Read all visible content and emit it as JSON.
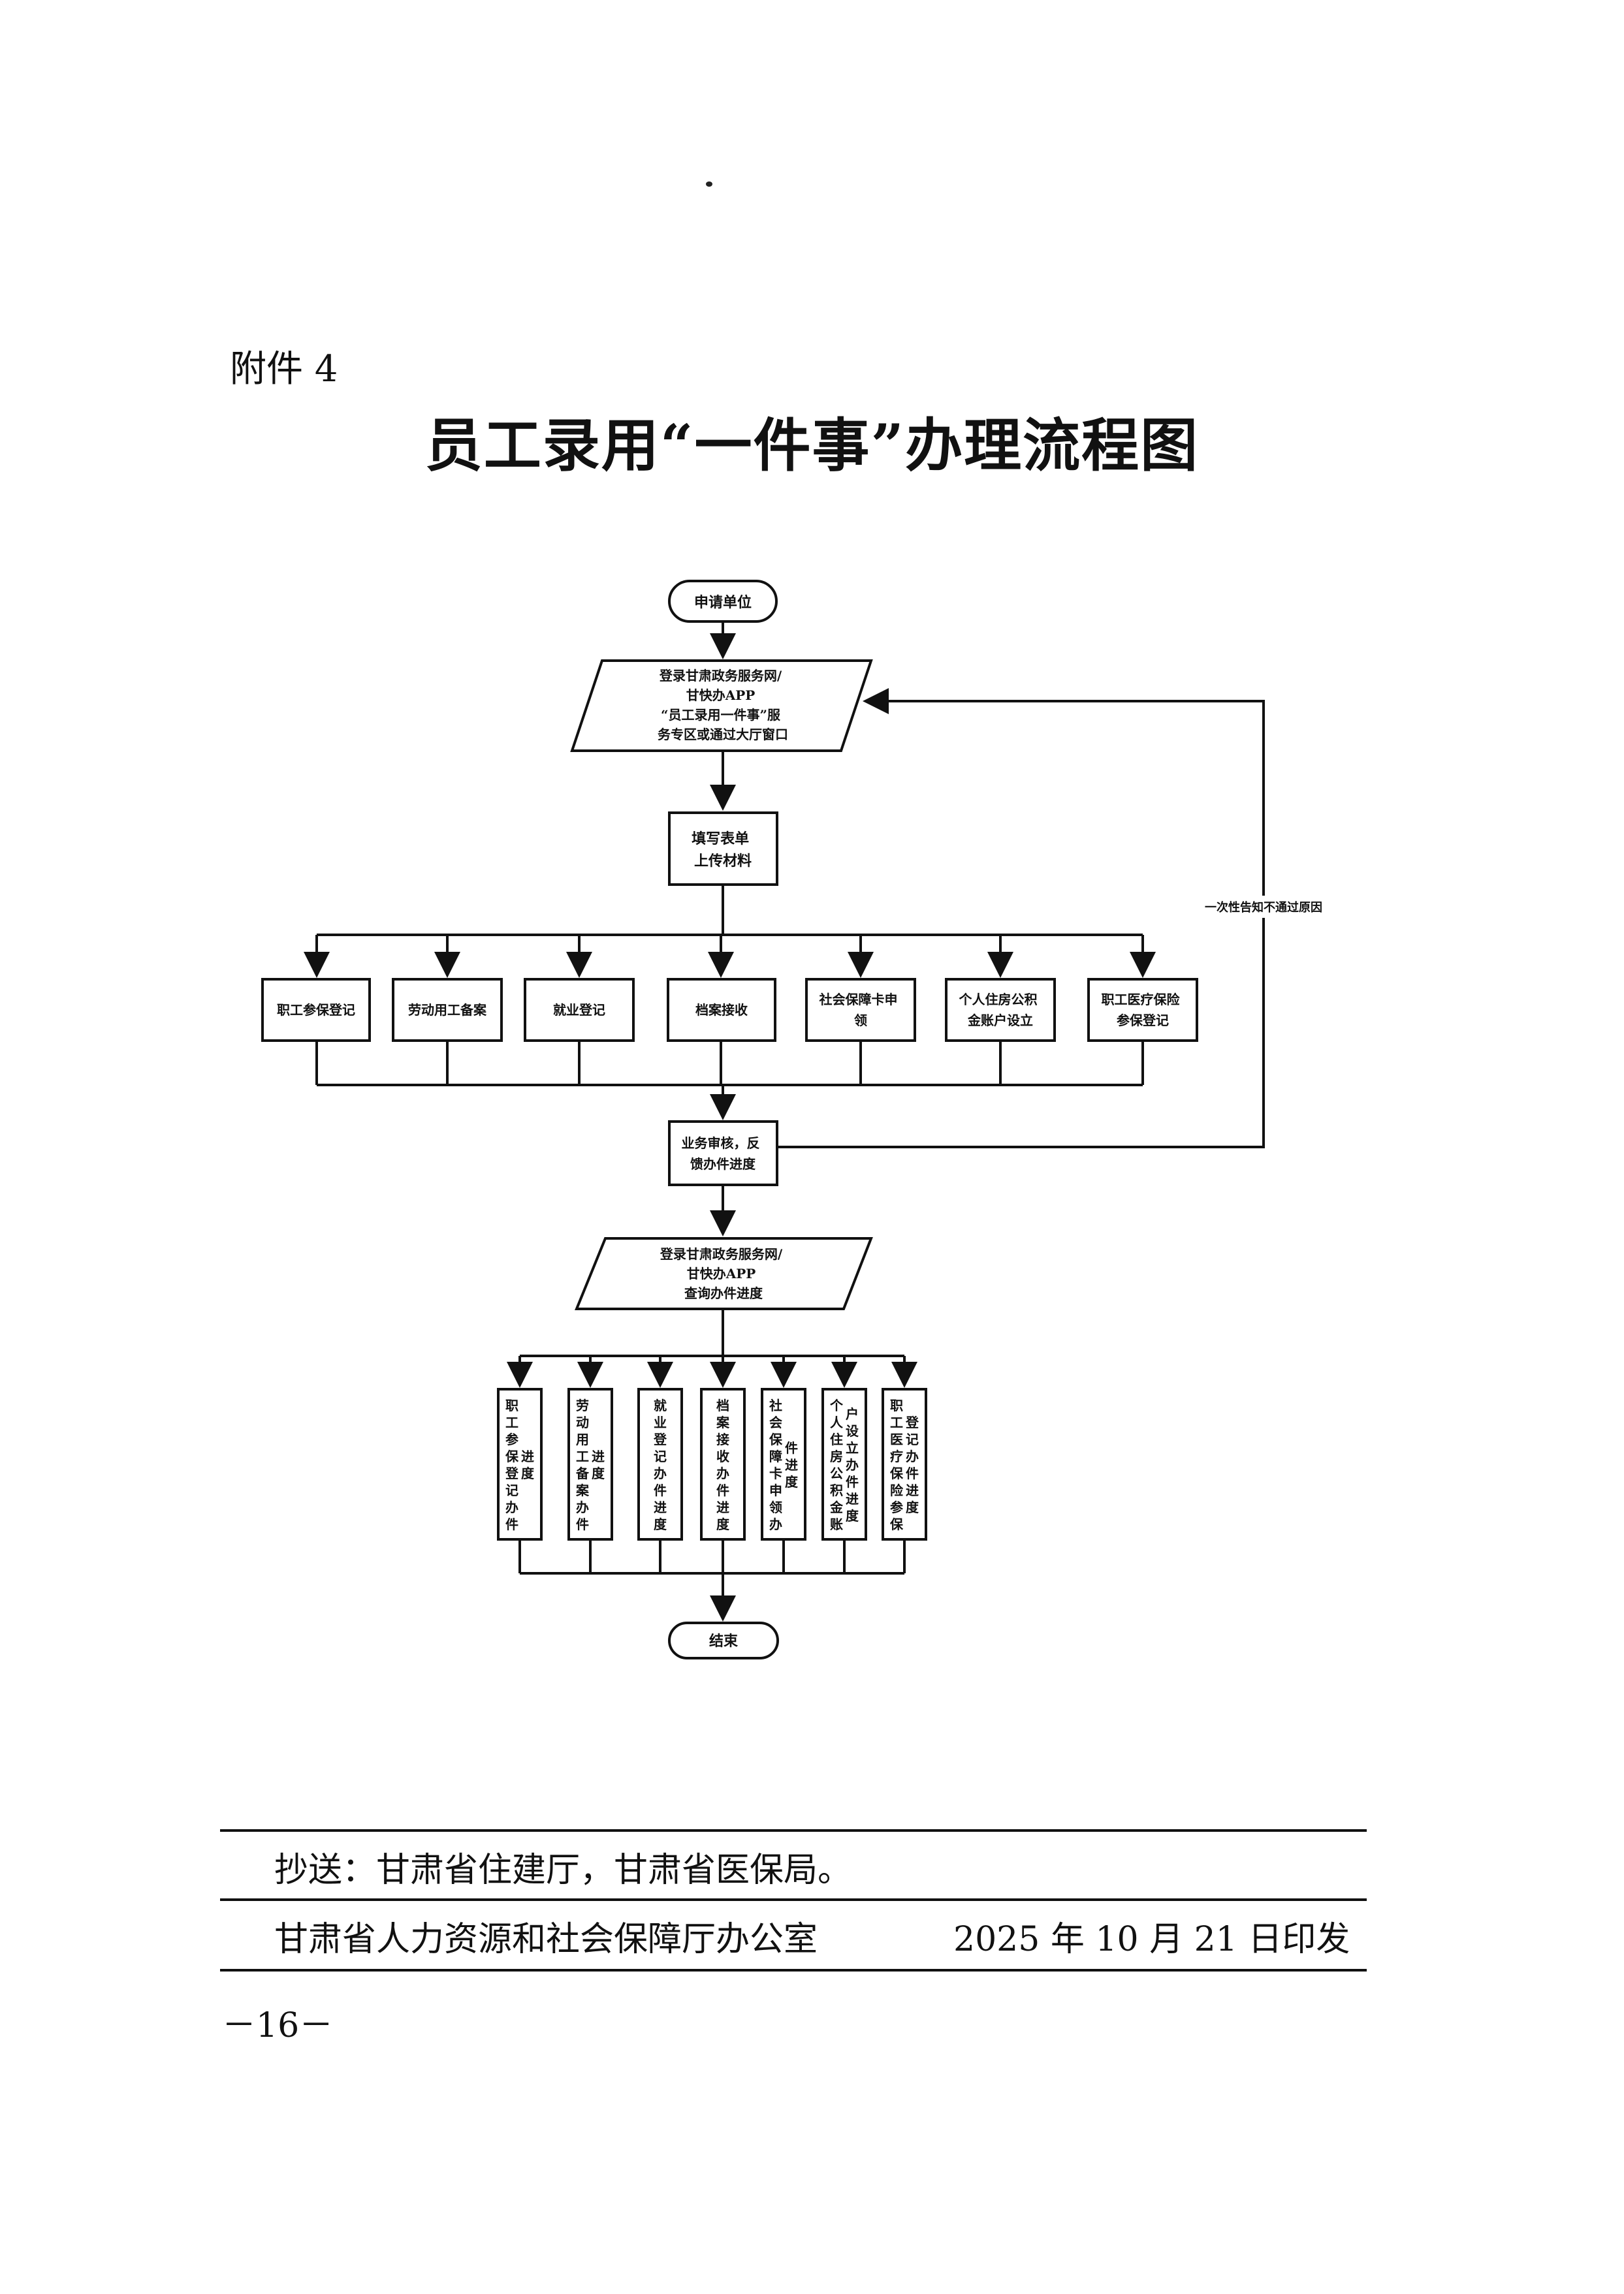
{
  "attachment_label": "附件 4",
  "title": "员工录用“一件事”办理流程图",
  "flowchart": {
    "start": "申请单位",
    "login_step": [
      "登录甘肃政务服务网/",
      "甘快办APP",
      "“员工录用一件事”服",
      "务专区或通过大厅窗口"
    ],
    "fill_form": [
      "填写表单",
      "上传材料"
    ],
    "branches": [
      [
        "职工参保登记"
      ],
      [
        "劳动用工备案"
      ],
      [
        "就业登记"
      ],
      [
        "档案接收"
      ],
      [
        "社会保障卡申",
        "领"
      ],
      [
        "个人住房公积",
        "金账户设立"
      ],
      [
        "职工医疗保险",
        "参保登记"
      ]
    ],
    "review": [
      "业务审核，反",
      "馈办件进度"
    ],
    "reject_note": "一次性告知不通过原因",
    "query_step": [
      "登录甘肃政务服务网/",
      "甘快办APP",
      "查询办件进度"
    ],
    "progress_items": [
      "职工参保登记办件进度",
      "劳动用工备案办件进度",
      "就业登记办件进度",
      "档案接收办件进度",
      "社会保障卡申领办件进度",
      "个人住房公积金账户设立办件进度",
      "职工医疗保险参保登记办件进度"
    ],
    "end": "结束"
  },
  "cc_line": "抄送：甘肃省住建厅，甘肃省医保局。",
  "issuer": "甘肃省人力资源和社会保障厅办公室",
  "issue_date": "2025 年 10 月 21 日印发",
  "page_number": "－16－"
}
